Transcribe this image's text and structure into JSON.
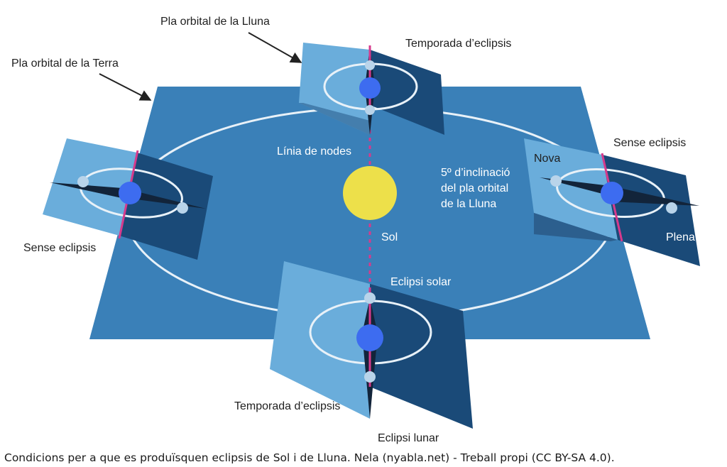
{
  "labels": {
    "moon_plane": "Pla orbital de la Lluna",
    "earth_plane": "Pla orbital de la Terra",
    "eclipse_season_top": "Temporada d’eclipsis",
    "eclipse_season_bottom": "Temporada d’eclipsis",
    "no_eclipse_left": "Sense eclipsis",
    "no_eclipse_right": "Sense eclipsis",
    "node_line": "Línia de nodes",
    "inclination_line1": "5º d’inclinació",
    "inclination_line2": "del pla orbital",
    "inclination_line3": "de la Lluna",
    "sun": "Sol",
    "new_moon": "Nova",
    "full_moon": "Plena",
    "solar_eclipse": "Eclipsi solar",
    "lunar_eclipse": "Eclipsi lunar"
  },
  "caption": "Condicions per a que es produïsquen eclipsis de Sol i de Lluna. Nela (nyabla.net) - Treball propi (CC BY-SA 4.0).",
  "colors": {
    "earth_plane": "#3a80b8",
    "moon_plane_light": "#6aaddb",
    "moon_plane_dark": "#1a4a78",
    "sun": "#ede04a",
    "earth": "#3d6cf0",
    "node_line": "#d63a8c",
    "orbit": "#e8f1f8"
  }
}
